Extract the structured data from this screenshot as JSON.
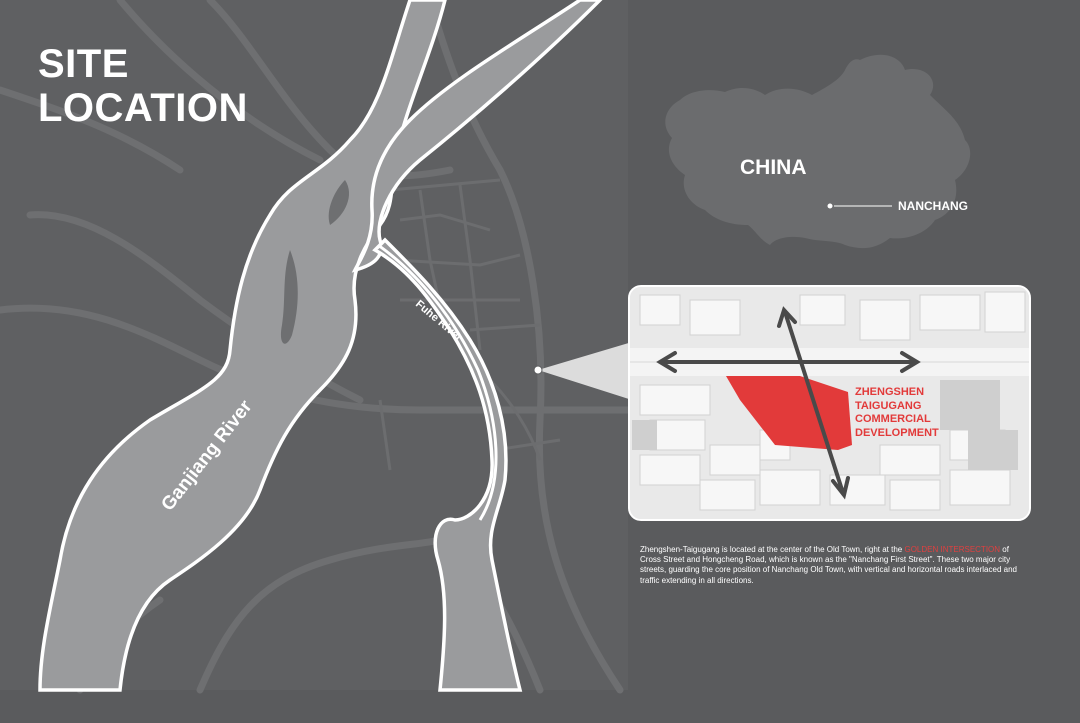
{
  "title": {
    "line1": "SITE",
    "line2": "LOCATION"
  },
  "map_labels": {
    "river_main": "Ganjiang River",
    "river_secondary": "Fuhe River",
    "country": "CHINA",
    "city": "NANCHANG"
  },
  "inset": {
    "development_label": [
      "ZHENGSHEN",
      "TAIGUGANG",
      "COMMERCIAL",
      "DEVELOPMENT"
    ]
  },
  "description": {
    "part1": "Zhengshen-Taigugang is located at the center of the Old Town, right at the ",
    "highlight": "GOLDEN INTERSECTION",
    "part2": " of Cross Street and Hongcheng Road, which is known as the \"Nanchang First Street\". These two major city streets, guarding the core position of Nanchang Old Town, with vertical and horizontal roads interlaced and traffic extending in all directions."
  },
  "colors": {
    "background": "#5a5b5d",
    "land": "#6b6c6e",
    "river_fill": "#9a9b9d",
    "river_outline": "#ffffff",
    "highlight_red": "#e23a3a",
    "inset_bg": "#e8e8e8"
  }
}
